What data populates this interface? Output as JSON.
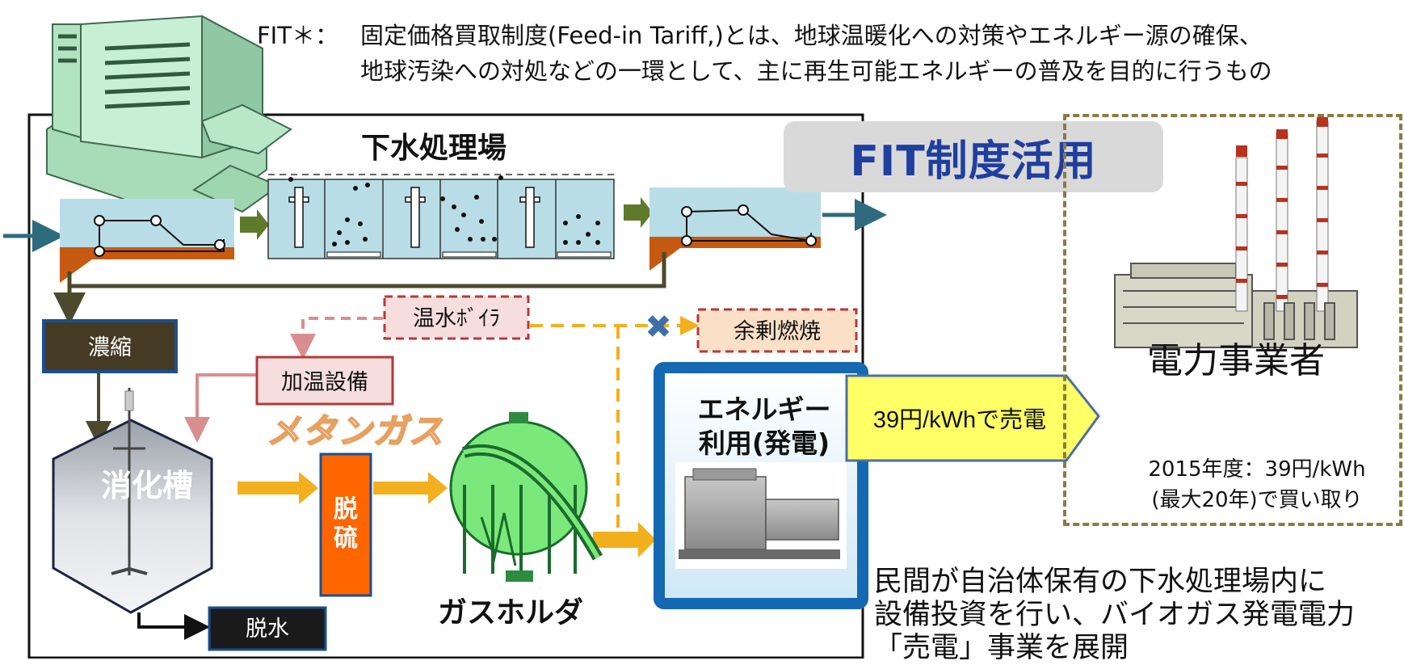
{
  "fit_note": {
    "label": "FIT＊：",
    "line1": "固定価格買取制度(Feed-in Tariff,)とは、地球温暖化への対策やエネルギー源の確保、",
    "line2": "地球汚染への対処などの一環として、主に再生可能エネルギーの普及を目的に行うもの"
  },
  "plant_title": "下水処理場",
  "fit_banner": "FIT制度活用",
  "nodes": {
    "concentration": "濃縮",
    "hot_water_boiler": "温水ﾎﾞｲﾗ",
    "surplus_combustion": "余剰燃焼",
    "heating_equipment": "加温設備",
    "methane_gas": "メタンガス",
    "digester": "消化槽",
    "desulfurization": "脱硫",
    "gas_holder": "ガスホルダ",
    "dewatering": "脱水"
  },
  "energy_use": {
    "line1": "エネルギー",
    "line2": "利用(発電)"
  },
  "sell_arrow": "39円/kWhで売電",
  "power_company": "電力事業者",
  "purchase_note": {
    "line1": "2015年度：39円/kWh",
    "line2": "(最大20年)で買い取り"
  },
  "description": {
    "line1": "民間が自治体保有の下水処理場内に",
    "line2": "設備投資を行い、バイオガス発電電力",
    "line3": "「売電」事業を展開"
  },
  "colors": {
    "water": "#b9dde6",
    "sludge": "#c65a12",
    "flow_dark": "#4b4a2c",
    "gas_arrow": "#f2b01e",
    "steel_blue_arrow": "#2e6b7e",
    "energy_box": "#1569b3",
    "sell_arrow_fill": "#ffff66",
    "hot_water_dash": "#d98e8e",
    "desulf_box": "#ff6600",
    "gas_holder_green": "#7be87b"
  }
}
